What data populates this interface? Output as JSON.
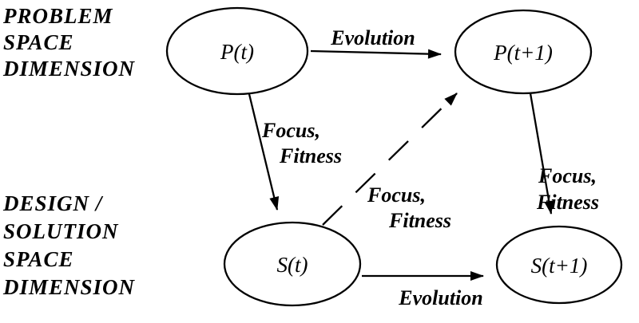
{
  "diagram": {
    "ink_color": "#000000",
    "background_color": "#ffffff",
    "dimension_labels": {
      "problem_space": {
        "line1": "PROBLEM",
        "line2": "SPACE",
        "line3": "DIMENSION"
      },
      "solution_space": {
        "line1": "DESIGN /",
        "line2": "SOLUTION",
        "line3": "SPACE",
        "line4": "DIMENSION"
      }
    },
    "nodes": {
      "p_t": {
        "label": "P(t)"
      },
      "p_t1": {
        "label": "P(t+1)"
      },
      "s_t": {
        "label": "S(t)"
      },
      "s_t1": {
        "label": "S(t+1)"
      }
    },
    "edges": {
      "evolution_problem": {
        "label": "Evolution",
        "style": "solid"
      },
      "focus_p_t_to_s_t": {
        "line1": "Focus,",
        "line2": "Fitness",
        "style": "solid"
      },
      "focus_s_t_to_p_t1": {
        "line1": "Focus,",
        "line2": "Fitness",
        "style": "dashed"
      },
      "focus_p_t1_to_s_t1": {
        "line1": "Focus,",
        "line2": "Fitness",
        "style": "solid"
      },
      "evolution_solution": {
        "label": "Evolution",
        "style": "solid"
      }
    }
  }
}
